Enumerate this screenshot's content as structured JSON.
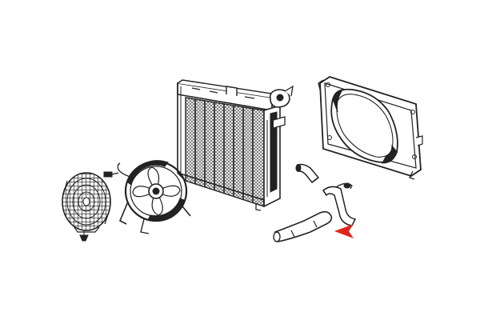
{
  "diagram": {
    "kind": "exploded-parts-view",
    "parts": [
      {
        "id": "fan-grille",
        "icon": "fan-grille-icon"
      },
      {
        "id": "grille-screw",
        "icon": "screw-icon"
      },
      {
        "id": "electric-fan",
        "icon": "electric-fan-icon"
      },
      {
        "id": "fan-wire-connector",
        "icon": "wire-connector-icon"
      },
      {
        "id": "radiator",
        "icon": "radiator-icon"
      },
      {
        "id": "radiator-cap",
        "icon": "radiator-cap-icon"
      },
      {
        "id": "fan-shroud",
        "icon": "fan-shroud-icon"
      },
      {
        "id": "upper-hose-short",
        "icon": "hose-icon"
      },
      {
        "id": "lower-hose-bent",
        "icon": "hose-icon"
      },
      {
        "id": "long-hose",
        "icon": "hose-icon"
      },
      {
        "id": "indicator-arrow",
        "icon": "red-arrow-icon"
      }
    ],
    "colors": {
      "line": "#222222",
      "highlight_arrow": "#e0261b",
      "background": "#ffffff"
    }
  }
}
